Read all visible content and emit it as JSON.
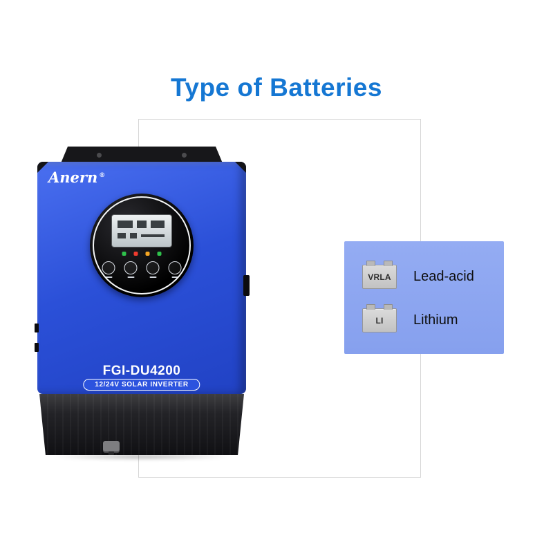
{
  "title": "Type of Batteries",
  "colors": {
    "title_blue": "#1577d3",
    "inverter_blue": "#2b50d8",
    "panel_blue": "#8fa8f0",
    "battery_gray": "#c9c9c9"
  },
  "inverter": {
    "brand": "Anern",
    "registered_mark": "®",
    "model": "FGI-DU4200",
    "subtitle": "12/24V SOLAR INVERTER"
  },
  "batteries": {
    "items": [
      {
        "code": "VRLA",
        "label": "Lead-acid"
      },
      {
        "code": "LI",
        "label": "Lithium"
      }
    ]
  }
}
